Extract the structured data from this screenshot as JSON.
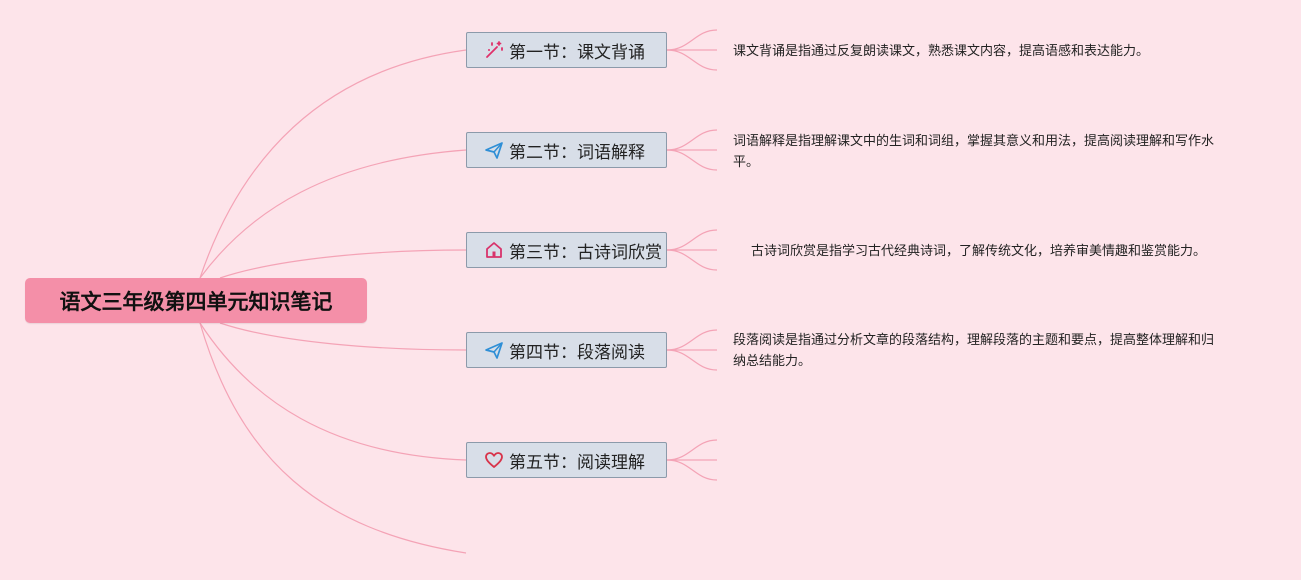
{
  "root": {
    "title": "语文三年级第四单元知识笔记"
  },
  "sections": [
    {
      "icon": "magic-wand-icon",
      "label": "第一节：课文背诵",
      "note": "课文背诵是指通过反复朗读课文，熟悉课文内容，提高语感和表达能力。"
    },
    {
      "icon": "paper-plane-icon",
      "label": "第二节：词语解释",
      "note": "词语解释是指理解课文中的生词和词组，掌握其意义和用法，提高阅读理解和写作水平。"
    },
    {
      "icon": "home-icon",
      "label": "第三节：古诗词欣赏",
      "note": "古诗词欣赏是指学习古代经典诗词，了解传统文化，培养审美情趣和鉴赏能力。"
    },
    {
      "icon": "paper-plane-icon",
      "label": "第四节：段落阅读",
      "note": "段落阅读是指通过分析文章的段落结构，理解段落的主题和要点，提高整体理解和归纳总结能力。"
    },
    {
      "icon": "heart-icon",
      "label": "第五节：阅读理解",
      "note": ""
    }
  ],
  "colors": {
    "background": "#fde4ea",
    "root": "#f48fa8",
    "node": "#d8dee8",
    "line": "#f4a3b6"
  }
}
